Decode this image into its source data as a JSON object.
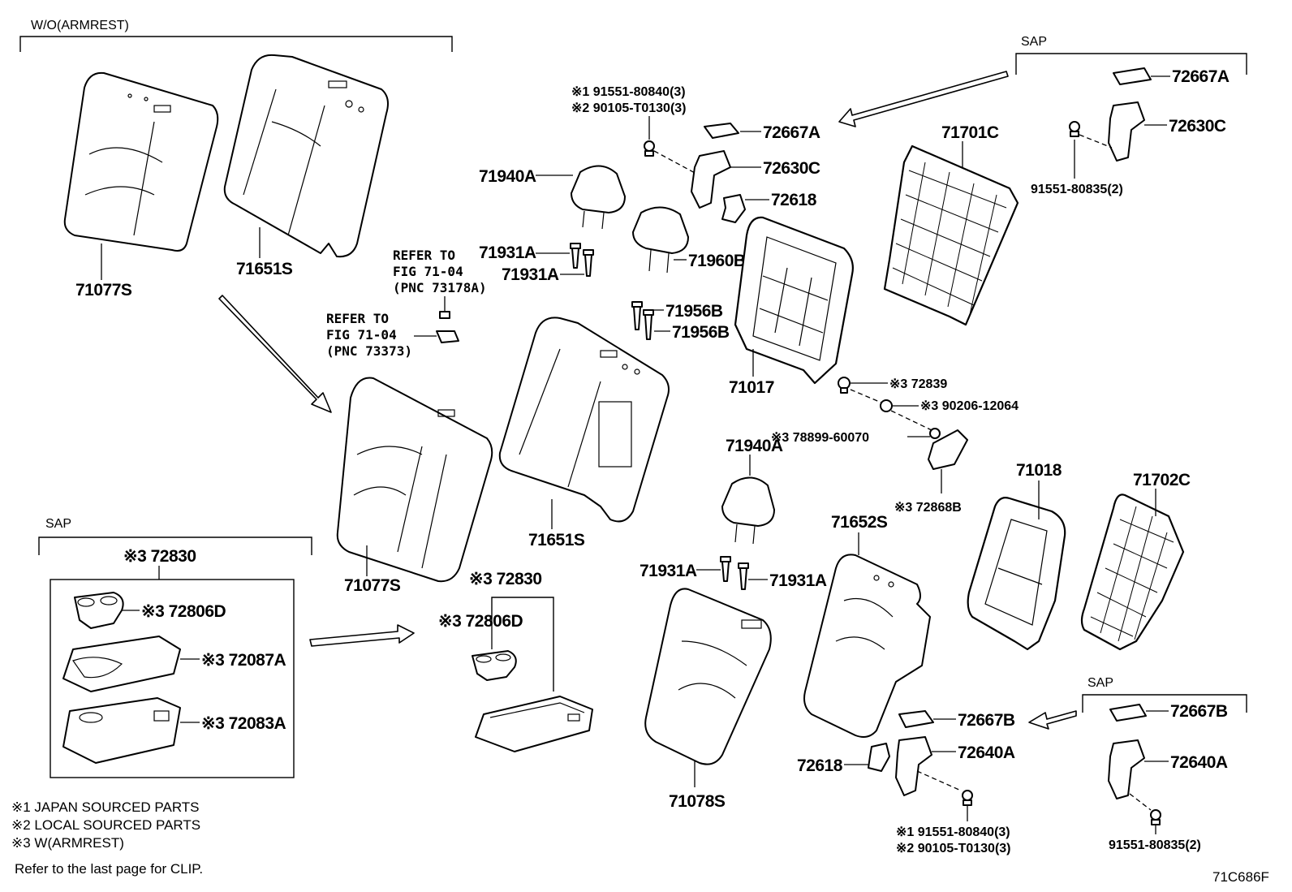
{
  "diagram": {
    "id_code": "71C686F",
    "group_labels": {
      "wo_armrest": "W/O(ARMREST)",
      "sap_top_right": "SAP",
      "sap_left": "SAP",
      "sap_bottom_right": "SAP"
    },
    "references": {
      "ref1_line1": "REFER TO",
      "ref1_line2": "FIG 71-04",
      "ref1_line3": "(PNC 73178A)",
      "ref2_line1": "REFER TO",
      "ref2_line2": "FIG 71-04",
      "ref2_line3": "(PNC 73373)"
    },
    "bolt_notes": {
      "top_1": "※1 91551-80840(3)",
      "top_2": "※2 90105-T0130(3)",
      "bottom_1": "※1 91551-80840(3)",
      "bottom_2": "※2 90105-T0130(3)",
      "sap_top_bolt": "91551-80835(2)",
      "sap_bottom_bolt": "91551-80835(2)"
    },
    "parts": {
      "p71077S_a": "71077S",
      "p71651S_a": "71651S",
      "p71077S_b": "71077S",
      "p71651S_b": "71651S",
      "p71940A_a": "71940A",
      "p71931A_1": "71931A",
      "p71931A_2": "71931A",
      "p71960B": "71960B",
      "p71956B_1": "71956B",
      "p71956B_2": "71956B",
      "p72667A_a": "72667A",
      "p72630C_a": "72630C",
      "p72618_a": "72618",
      "p71017": "71017",
      "p71701C": "71701C",
      "p72667A_b": "72667A",
      "p72630C_b": "72630C",
      "p72839": "※3 72839",
      "p90206": "※3 90206-12064",
      "p78899": "※3 78899-60070",
      "p72868B": "※3 72868B",
      "p71018": "71018",
      "p71702C": "71702C",
      "p71940A_b": "71940A",
      "p71652S": "71652S",
      "p71931A_3": "71931A",
      "p71931A_4": "71931A",
      "p71078S": "71078S",
      "p72667B_a": "72667B",
      "p72618_b": "72618",
      "p72640A_a": "72640A",
      "p72667B_b": "72667B",
      "p72640A_b": "72640A",
      "p72830_a": "※3 72830",
      "p72806D_a": "※3 72806D",
      "p72087A": "※3 72087A",
      "p72083A": "※3 72083A",
      "p72830_b": "※3 72830",
      "p72806D_b": "※3 72806D"
    },
    "legend": {
      "line1": "※1 JAPAN SOURCED PARTS",
      "line2": "※2 LOCAL SOURCED PARTS",
      "line3": "※3 W(ARMREST)",
      "clip_note": "Refer to the last page for CLIP."
    }
  }
}
